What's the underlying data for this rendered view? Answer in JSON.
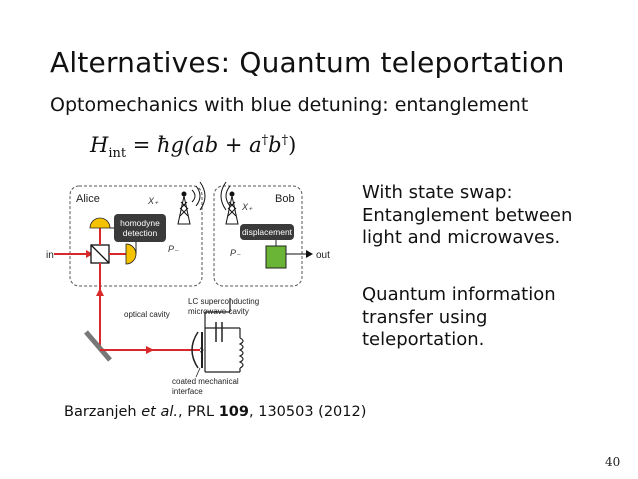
{
  "slide": {
    "title": "Alternatives: Quantum teleportation",
    "subtitle": "Optomechanics with blue detuning: entanglement",
    "equation": {
      "lhs": "H",
      "lhs_sub": "int",
      "rhs_prefix": "= ħg(ab + a",
      "dagger1": "†",
      "b": "b",
      "dagger2": "†",
      "close": ")"
    },
    "points": [
      "With state swap: Entanglement between light and microwaves.",
      "Quantum information transfer using teleportation."
    ],
    "citation": {
      "authors": "Barzanjeh ",
      "etal": "et al.",
      "journal": ", PRL ",
      "volume": "109",
      "rest": ", 130503 (2012)"
    },
    "page_number": "40"
  },
  "figure": {
    "alice_label": "Alice",
    "bob_label": "Bob",
    "homodyne_line1": "homodyne",
    "homodyne_line2": "detection",
    "displacement_label": "displacement",
    "x_plus_alice": "X₊",
    "p_minus_alice": "P₋",
    "x_plus_bob": "X₊",
    "p_minus_bob": "P₋",
    "in_label": "in",
    "out_label": "out",
    "optical_cavity": "optical cavity",
    "lc_line1": "LC superconducting",
    "lc_line2": "microwave cavity",
    "coated_line1": "coated mechanical",
    "coated_line2": "interface",
    "colors": {
      "beam": "#d8282a",
      "detector": "#f5c200",
      "displacement_box": "#6ab535",
      "box_dark": "#3a3a3a"
    }
  }
}
